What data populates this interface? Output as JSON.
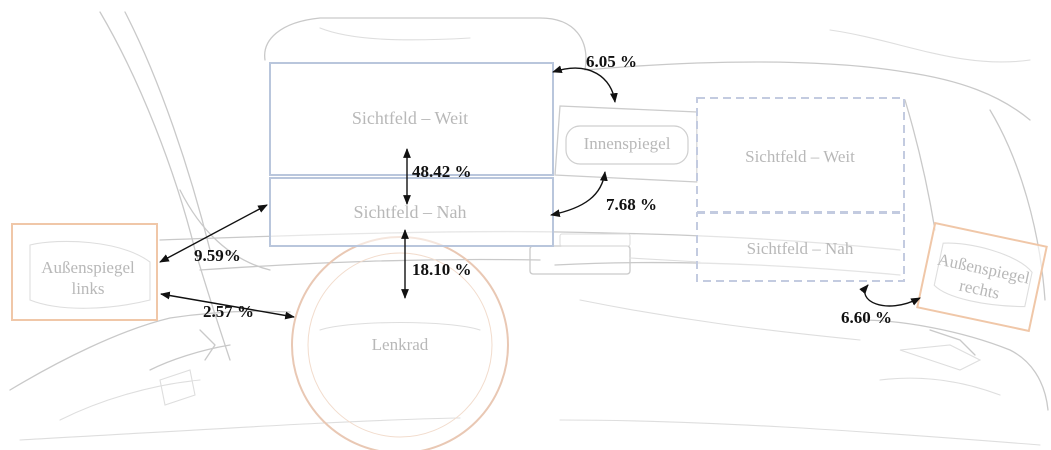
{
  "areas": {
    "far_view_left": "Sichtfeld – Weit",
    "near_view_left": "Sichtfeld – Nah",
    "rear_mirror": "Innenspiegel",
    "far_view_right": "Sichtfeld – Weit",
    "near_view_right": "Sichtfeld – Nah",
    "left_mirror_line1": "Außenspiegel",
    "left_mirror_line2": "links",
    "right_mirror_line1": "Außenspiegel",
    "right_mirror_line2": "rechts",
    "steering_wheel": "Lenkrad"
  },
  "transitions": {
    "far_near_left": "48.42 %",
    "near_steering": "18.10 %",
    "far_rear_mirror": "6.05 %",
    "near_rear_mirror": "7.68 %",
    "left_mirror_near": "9.59%",
    "left_mirror_steering": "2.57 %",
    "right_mirror_near_right": "6.60 %"
  },
  "colors": {
    "left_box_border": "#b9c6dc",
    "right_box_border": "#c3cbe0",
    "mirror_border": "#f0c7a8",
    "steering_wheel": "#e9c8b4",
    "arrow": "#111111"
  }
}
